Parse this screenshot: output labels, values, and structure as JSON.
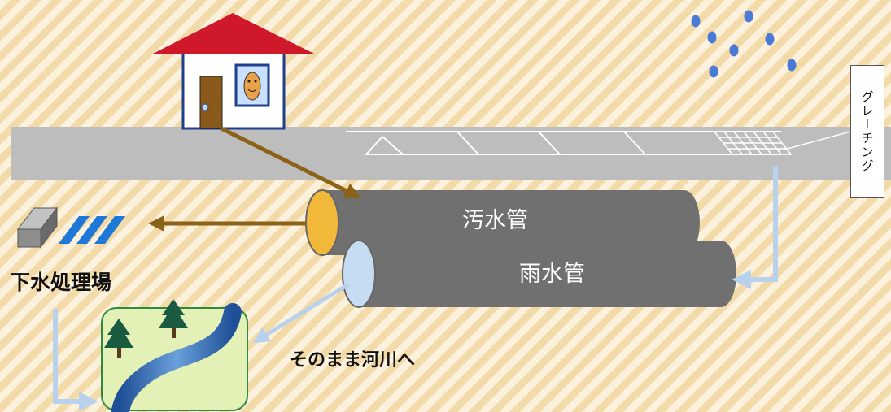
{
  "labels": {
    "sewage_pipe": "汚水管",
    "rain_pipe": "雨水管",
    "treatment_plant": "下水処理場",
    "to_river": "そのまま河川へ",
    "grating": "グレーチング"
  },
  "colors": {
    "background": "#f6e1b4",
    "road": "#bdbdbd",
    "roof": "#d0182b",
    "pipe": "#707070",
    "sewage_cap": "#f2b83a",
    "rain_cap": "#c5dcf3",
    "sewage_arrow": "#8a6218",
    "rain_arrow": "#b8d2ee",
    "rain_drop": "#4a7ad6",
    "river_land": "#e3f0b6",
    "river": "#2a5ea8",
    "tree": "#1a5a40"
  },
  "icons": [
    "house-icon",
    "rain-drops-icon",
    "treatment-plant-icon",
    "river-icon",
    "tree-icon",
    "grating-icon"
  ]
}
